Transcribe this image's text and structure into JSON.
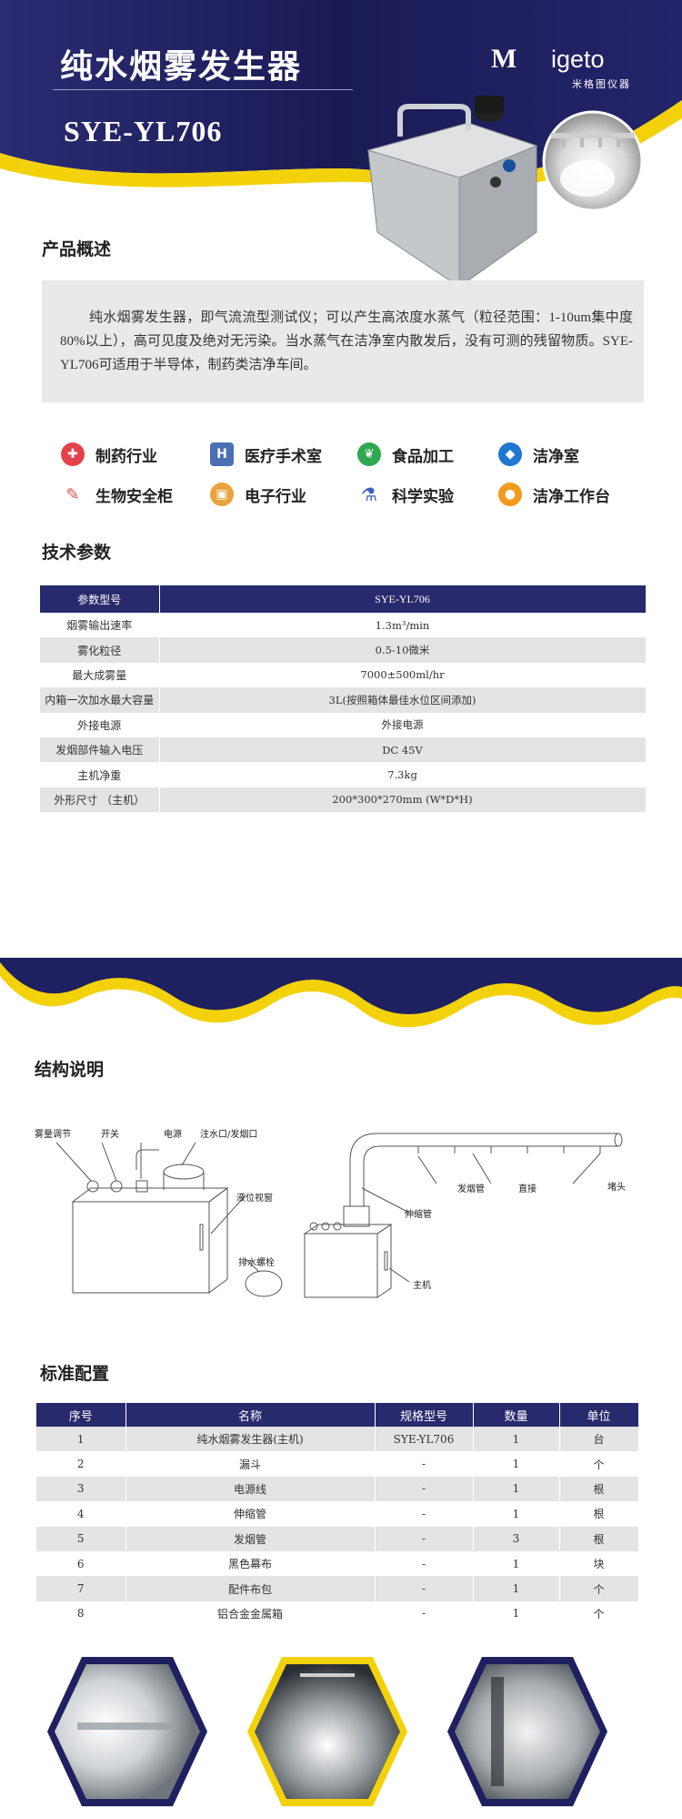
{
  "header": {
    "title": "纯水烟雾发生器",
    "model": "SYE-YL706",
    "logo_mark": "M",
    "logo_word": "igeto",
    "logo_cn": "米格图仪器"
  },
  "overview": {
    "title": "产品概述",
    "text": "纯水烟雾发生器，即气流流型测试仪；可以产生高浓度水蒸气（粒径范围：1-10um集中度80%以上），高可见度及绝对无污染。当水蒸气在洁净室内散发后，没有可测的残留物质。SYE-YL706可适用于半导体，制药类洁净车间。"
  },
  "industries": [
    {
      "label": "制药行业",
      "icon": "medicine-icon",
      "color": "#e2434b",
      "glyph": "✚"
    },
    {
      "label": "医疗手术室",
      "icon": "hospital-icon",
      "color": "#4a6fb5",
      "glyph": "H"
    },
    {
      "label": "食品加工",
      "icon": "leaf-icon",
      "color": "#2fa84f",
      "glyph": "❦"
    },
    {
      "label": "洁净室",
      "icon": "water-drop-icon",
      "color": "#1f77d0",
      "glyph": "◆"
    },
    {
      "label": "生物安全柜",
      "icon": "microscope-icon",
      "color": "#d9534f",
      "glyph": "✎"
    },
    {
      "label": "电子行业",
      "icon": "chip-icon",
      "color": "#e8a33a",
      "glyph": "▣"
    },
    {
      "label": "科学实验",
      "icon": "flask-icon",
      "color": "#3b5fc4",
      "glyph": "⚗"
    },
    {
      "label": "洁净工作台",
      "icon": "person-icon",
      "color": "#f39a1e",
      "glyph": "●"
    }
  ],
  "specs": {
    "title": "技术参数",
    "header": [
      "参数型号",
      "SYE-YL706"
    ],
    "rows": [
      [
        "烟雾输出速率",
        "1.3m³/min"
      ],
      [
        "雾化粒径",
        "0.5-10微米"
      ],
      [
        "最大成雾量",
        "7000±500ml/hr"
      ],
      [
        "内箱一次加水最大容量",
        "3L(按照箱体最佳水位区间添加)"
      ],
      [
        "外接电源",
        "外接电源"
      ],
      [
        "发烟部件输入电压",
        "DC 45V"
      ],
      [
        "主机净重",
        "7.3kg"
      ],
      [
        "外形尺寸 （主机）",
        "200*300*270mm (W*D*H)"
      ]
    ]
  },
  "structure": {
    "title": "结构说明",
    "labels": {
      "fog_adjust": "雾量调节",
      "switch": "开关",
      "power": "电源",
      "inlet": "注水口/发烟口",
      "level_window": "液位视窗",
      "drain": "排水螺栓",
      "smoke_pipe": "发烟管",
      "straight": "直接",
      "plug": "堵头",
      "hose": "伸缩管",
      "host": "主机"
    }
  },
  "config": {
    "title": "标准配置",
    "header": [
      "序号",
      "名称",
      "规格型号",
      "数量",
      "单位"
    ],
    "rows": [
      [
        "1",
        "纯水烟雾发生器(主机)",
        "SYE-YL706",
        "1",
        "台"
      ],
      [
        "2",
        "漏斗",
        "-",
        "1",
        "个"
      ],
      [
        "3",
        "电源线",
        "-",
        "1",
        "根"
      ],
      [
        "4",
        "伸缩管",
        "-",
        "1",
        "根"
      ],
      [
        "5",
        "发烟管",
        "-",
        "3",
        "根"
      ],
      [
        "6",
        "黑色幕布",
        "-",
        "1",
        "块"
      ],
      [
        "7",
        "配件布包",
        "-",
        "1",
        "个"
      ],
      [
        "8",
        "铝合金金属箱",
        "-",
        "1",
        "个"
      ]
    ]
  },
  "colors": {
    "navy": "#1e2060",
    "yellow": "#f3d20b",
    "table_header": "#272a6c"
  }
}
